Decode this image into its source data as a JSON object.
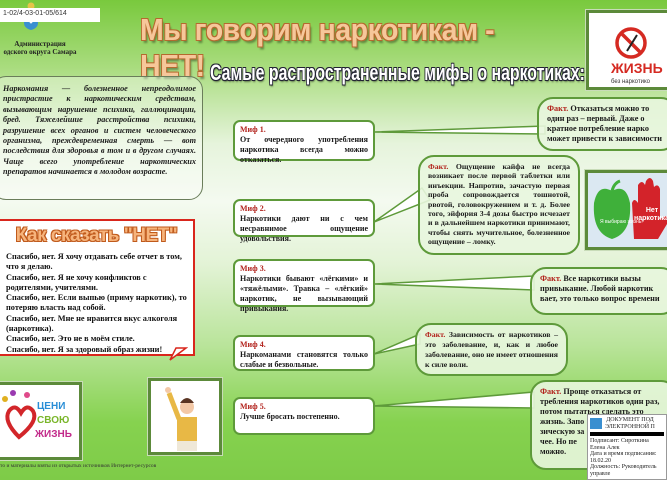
{
  "header": {
    "stamp": "1-02/4-03-01-05/614",
    "admin": [
      "Администрация",
      "одского округа Самара"
    ],
    "title": "Мы говорим наркотикам - НЕТ!",
    "subtitle": "Самые распространенные мифы о наркотиках:"
  },
  "definition": "Наркомания — болезненное непреодолимое пристрастие к наркотическим средствам, вызывающим нарушение психики, галлюцинации, бред. Тяжелейшие расстройства психики, разрушение всех органов и систем человеческого организма, преждевременная смерть — вот последствия для здоровья в том и в другом случаях. Чаще всего употребление наркотических препаратов начинается в молодом возрасте.",
  "say_no": {
    "title": "Как сказать \"НЕТ\"",
    "lines": [
      "Спасибо, нет. Я хочу отдавать себе отчет в том, что я делаю.",
      "Спасибо, нет. Я не хочу конфликтов с родителями, учителями.",
      "Спасибо, нет. Если выпью (приму наркотик), то потеряю власть над собой.",
      "Спасибо, нет. Мне не нравится вкус алкоголя (наркотика).",
      "Спасибо, нет. Это не в моём стиле.",
      "Спасибо, нет. Я за здоровый образ жизни!"
    ]
  },
  "myths": [
    {
      "label": "Миф 1.",
      "text": "От очередного употребления наркотика всегда можно отказаться."
    },
    {
      "label": "Миф 2.",
      "text": "Наркотики дают ни с чем несравнимое ощущение удовольствия."
    },
    {
      "label": "Миф 3.",
      "text": "Наркотики бывают «лёгкими» и «тяжёлыми». Травка – «лёгкий» наркотик, не вызывающий привыкания."
    },
    {
      "label": "Миф 4.",
      "text": "Наркоманами становятся только слабые и безвольные."
    },
    {
      "label": "Миф 5.",
      "text": "Лучше бросать постепенно."
    }
  ],
  "facts": [
    {
      "label": "Факт.",
      "lines": [
        " Отказаться можно то",
        "один раз – первый. Даже о",
        "кратное потребление нарко",
        "может привести к зависимости"
      ]
    },
    {
      "label": "Факт.",
      "text": " Ощущение кайфа не всегда возникает после первой таблетки или инъекции. Напротив, зачастую первая проба сопровождается тошнотой, рвотой, головокружением и т. д. Более того, эйфория 3-4 дозы быстро исчезает и в дальнейшем наркотики принимают, чтобы снять мучительное, болезненное ощущение – ломку."
    },
    {
      "label": "Факт.",
      "lines": [
        "  Все наркотики вызы",
        "привыкание. Любой наркотик",
        "вает, это только вопрос времени"
      ]
    },
    {
      "label": "Факт.",
      "text": " Зависимость от наркотиков – это заболевание, и, как и любое заболевание, оно не имеет отношения к силе воли."
    },
    {
      "label": "Факт.",
      "lines": [
        "  Проще отказаться от",
        "требления наркотиков один раз,",
        "потом пытаться сделать это",
        "жизнь. Запо",
        "зическую за",
        "чее. Но пе",
        "можно."
      ]
    }
  ],
  "images": {
    "top_right": {
      "logo_text": "ЖИЗНЬ",
      "logo_sub": "без наркотико"
    },
    "apple": {
      "left": "Я выбираю жизнь!",
      "right": "Нет наркотикам"
    },
    "life": [
      "ЦЕНИ",
      "СВОЮ",
      "ЖИЗНЬ"
    ]
  },
  "footer": "то и материалы взяты из открытых источников Интернет-ресурсов",
  "doc_stamp": {
    "title": [
      "ДОКУМЕНТ ПОД",
      "ЭЛЕКТРОННОЙ П"
    ],
    "signer": "Подписант: Сироткина Елена Алек",
    "date": "Дата и время подписания: 18.02.20",
    "position": "Должность: Руководитель управле"
  },
  "colors": {
    "accent_red": "#b2221c",
    "border_green": "#5e9a3a",
    "title_orange": "#f6c79a"
  }
}
